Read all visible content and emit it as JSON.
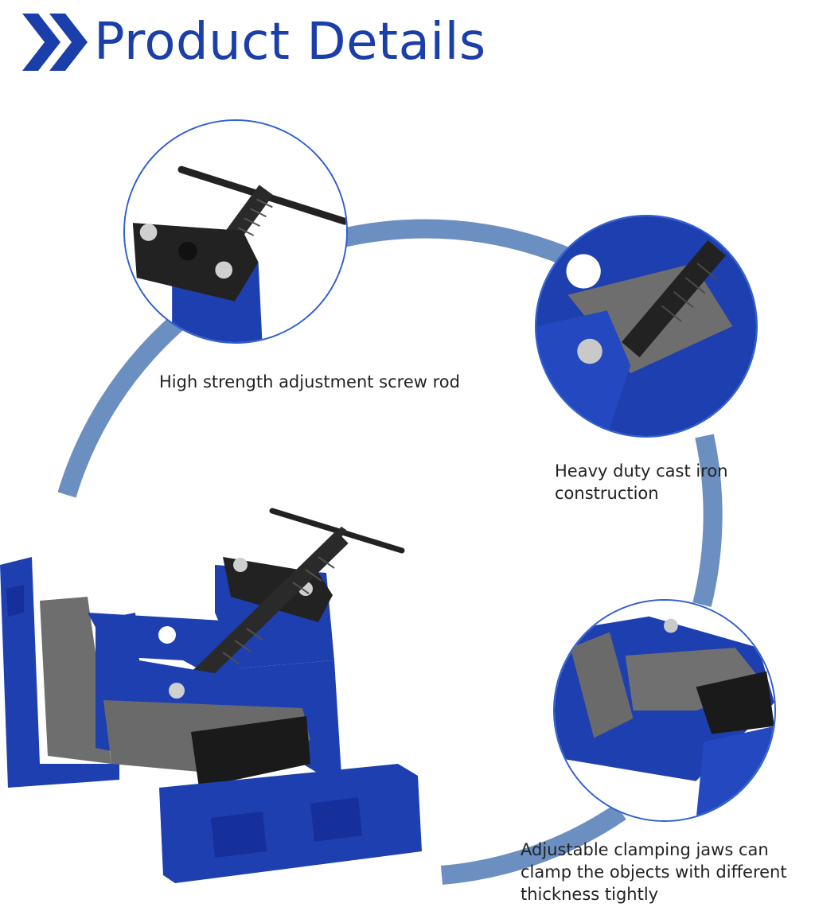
{
  "header": {
    "title": "Product Details",
    "accent_color": "#1a3faa",
    "icon": "double-chevron-right-icon"
  },
  "arc_color": "#6b8fc0",
  "features": [
    {
      "caption": "High strength adjustment screw rod",
      "image": "screw-rod-closeup"
    },
    {
      "caption": "Heavy duty cast iron construction",
      "image": "cast-iron-closeup"
    },
    {
      "caption": "Adjustable clamping jaws can clamp the objects with different thickness tightly",
      "image": "clamping-jaws-closeup"
    }
  ],
  "product": {
    "image": "corner-clamp-vise",
    "body_color": "#1e3fb0"
  }
}
